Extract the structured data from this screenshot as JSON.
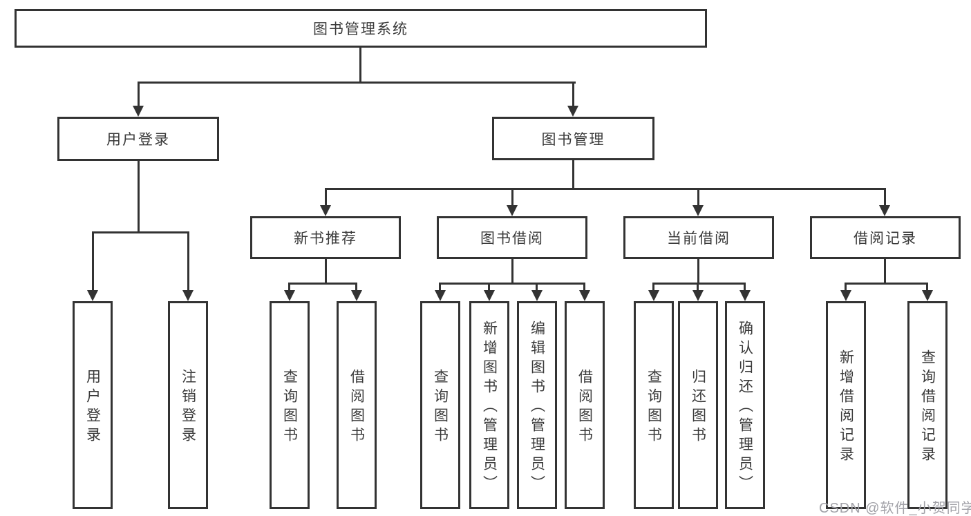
{
  "diagram": {
    "root": {
      "label": "图书管理系统"
    },
    "level2": [
      {
        "label": "用户登录"
      },
      {
        "label": "图书管理"
      }
    ],
    "level3": [
      {
        "label": "新书推荐"
      },
      {
        "label": "图书借阅"
      },
      {
        "label": "当前借阅"
      },
      {
        "label": "借阅记录"
      }
    ],
    "leaves": {
      "user_login": [
        {
          "label": "用户登录"
        },
        {
          "label": "注销登录"
        }
      ],
      "new_books": [
        {
          "label": "查询图书"
        },
        {
          "label": "借阅图书"
        }
      ],
      "book_borrow": [
        {
          "label": "查询图书"
        },
        {
          "label": "新增图书（管理员）"
        },
        {
          "label": "编辑图书（管理员）"
        },
        {
          "label": "借阅图书"
        }
      ],
      "current_borrow": [
        {
          "label": "查询图书"
        },
        {
          "label": "归还图书"
        },
        {
          "label": "确认归还（管理员）"
        }
      ],
      "borrow_records": [
        {
          "label": "新增借阅记录"
        },
        {
          "label": "查询借阅记录"
        }
      ]
    }
  },
  "watermark": {
    "text": "CSDN @软件_小贺同学"
  },
  "colors": {
    "line": "#333333",
    "text": "#3a3a3a",
    "watermark": "#a2a2a8",
    "background": "#ffffff"
  }
}
